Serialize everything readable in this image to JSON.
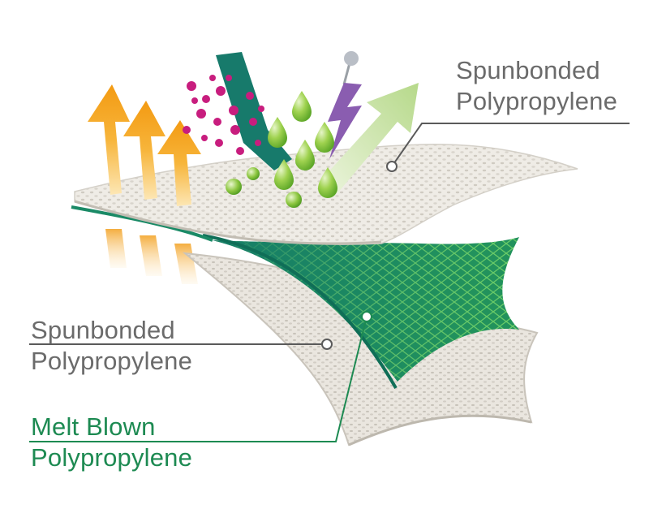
{
  "labels": {
    "top_layer": [
      "Spunbonded",
      "Polypropylene"
    ],
    "bottom_layer": [
      "Spunbonded",
      "Polypropylene"
    ],
    "middle_layer": [
      "Melt Blown",
      "Polypropylene"
    ]
  },
  "colors": {
    "label_grey": "#6b6b6b",
    "label_green": "#1d8a52",
    "fabric_light": "#efece6",
    "fabric_edge": "#c9c4bb",
    "meltblown_teal": "#17876c",
    "meltblown_green": "#43b04e",
    "heat_arrow": "#f4a521",
    "particles": "#c81d7e",
    "droplets": "#8cc63f",
    "lightning": "#8a5db0",
    "deflect_arrow": "#d2e8b4",
    "leader_line": "#5a5a5a"
  },
  "icons": [
    "heat-arrow-icon",
    "particle-icon",
    "droplet-icon",
    "lightning-icon",
    "deflect-arrow-icon"
  ]
}
